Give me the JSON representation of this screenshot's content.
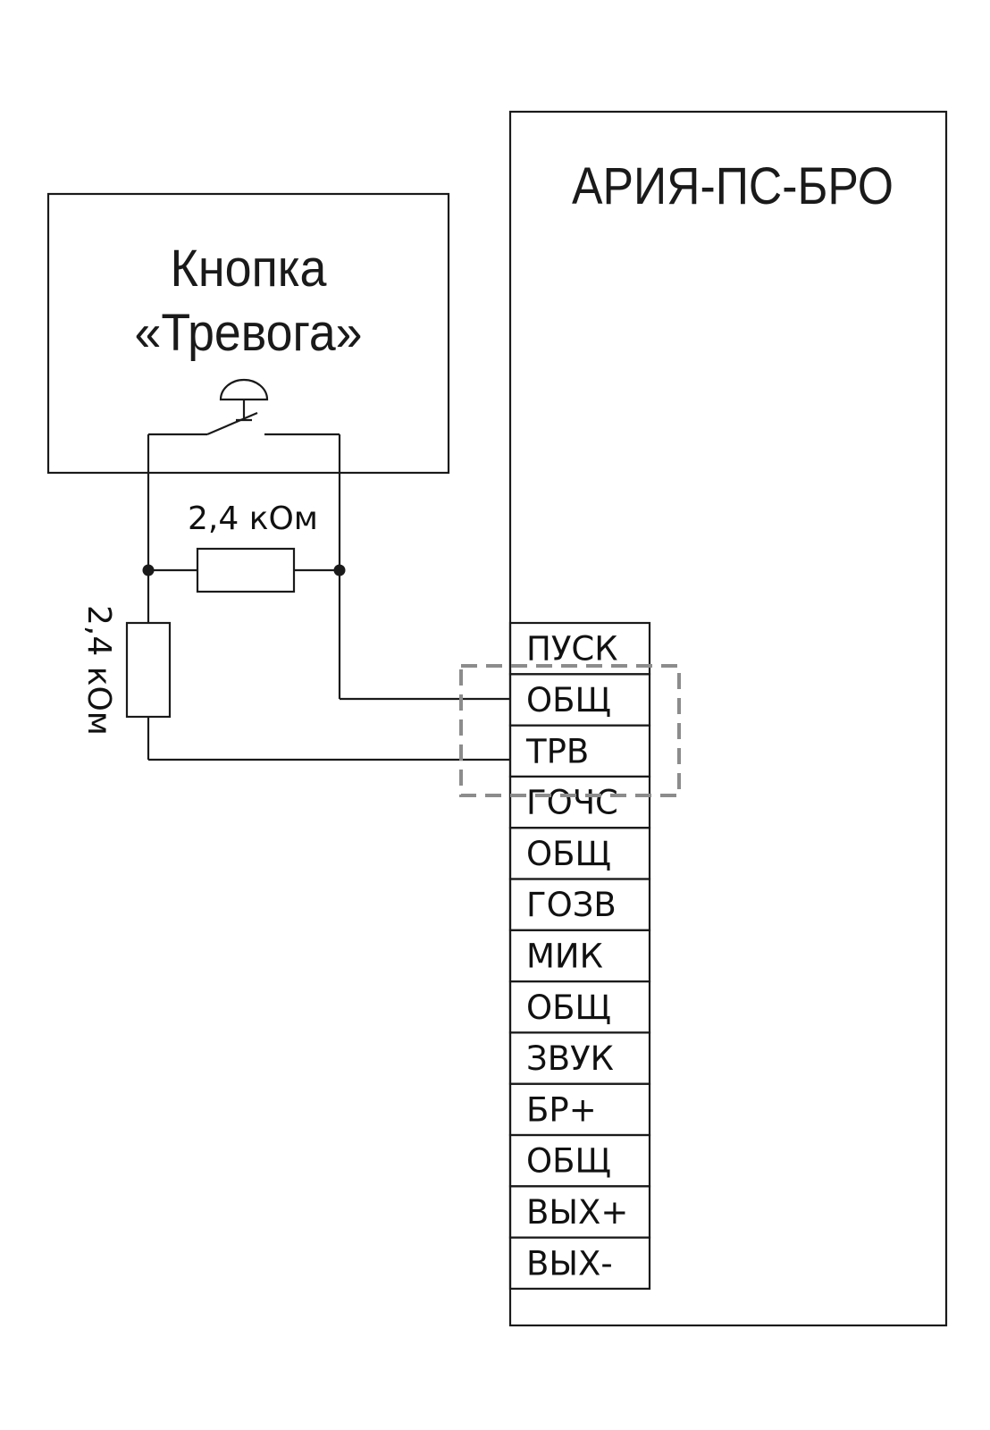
{
  "device": {
    "title": "АРИЯ-ПС-БРО"
  },
  "button_box": {
    "title_line1": "Кнопка",
    "title_line2": "«Тревога»"
  },
  "resistors": {
    "top_label": "2,4 кОм",
    "left_label": "2,4 кОм"
  },
  "terminals": [
    "ПУСК",
    "ОБЩ",
    "ТРВ",
    "ГОЧС",
    "ОБЩ",
    "ГОЗВ",
    "МИК",
    "ОБЩ",
    "ЗВУК",
    "БР+",
    "ОБЩ",
    "ВЫХ+",
    "ВЫХ-"
  ],
  "colors": {
    "line": "#1a1a1a",
    "highlight_dash": "#8c8c8c"
  }
}
